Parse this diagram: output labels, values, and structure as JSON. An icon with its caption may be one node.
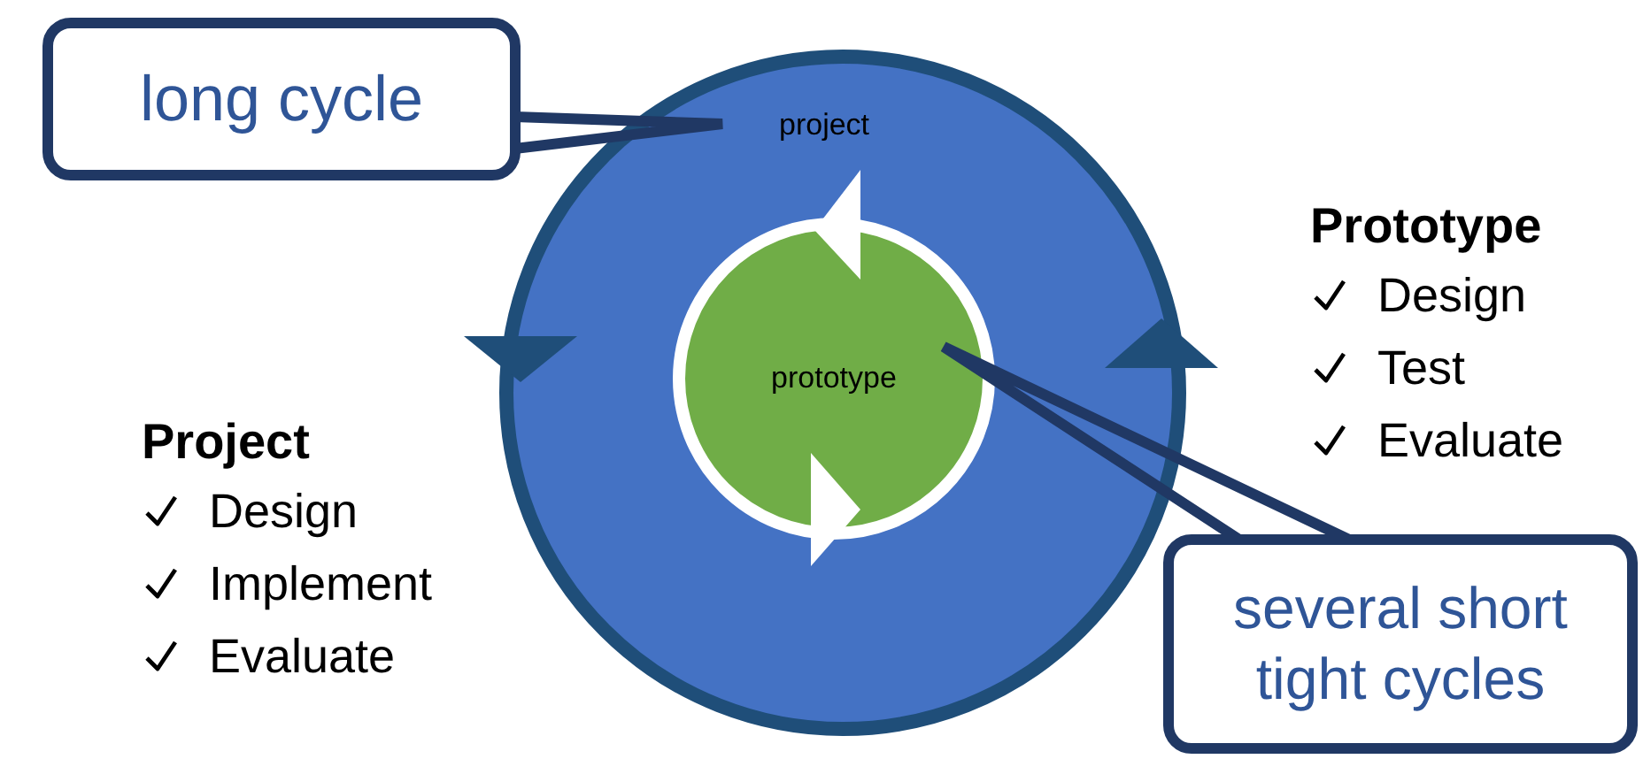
{
  "diagram": {
    "nodes": [
      {
        "text": [
          "long cycle"
        ]
      },
      {
        "text": [
          "project"
        ]
      },
      {
        "text": [
          "prototype"
        ],
        "in": 1
      },
      {
        "text": [
          "several short tight cycles"
        ]
      }
    ],
    "edges": [
      {
        "from": 0,
        "to": 1,
        "arrow": "none"
      },
      {
        "from": 3,
        "to": 2,
        "arrow": "none"
      }
    ],
    "labels": [
      "Prototype",
      "Design",
      "Test",
      "Evaluate",
      "Project",
      "Design",
      "Implement",
      "Evaluate"
    ]
  }
}
